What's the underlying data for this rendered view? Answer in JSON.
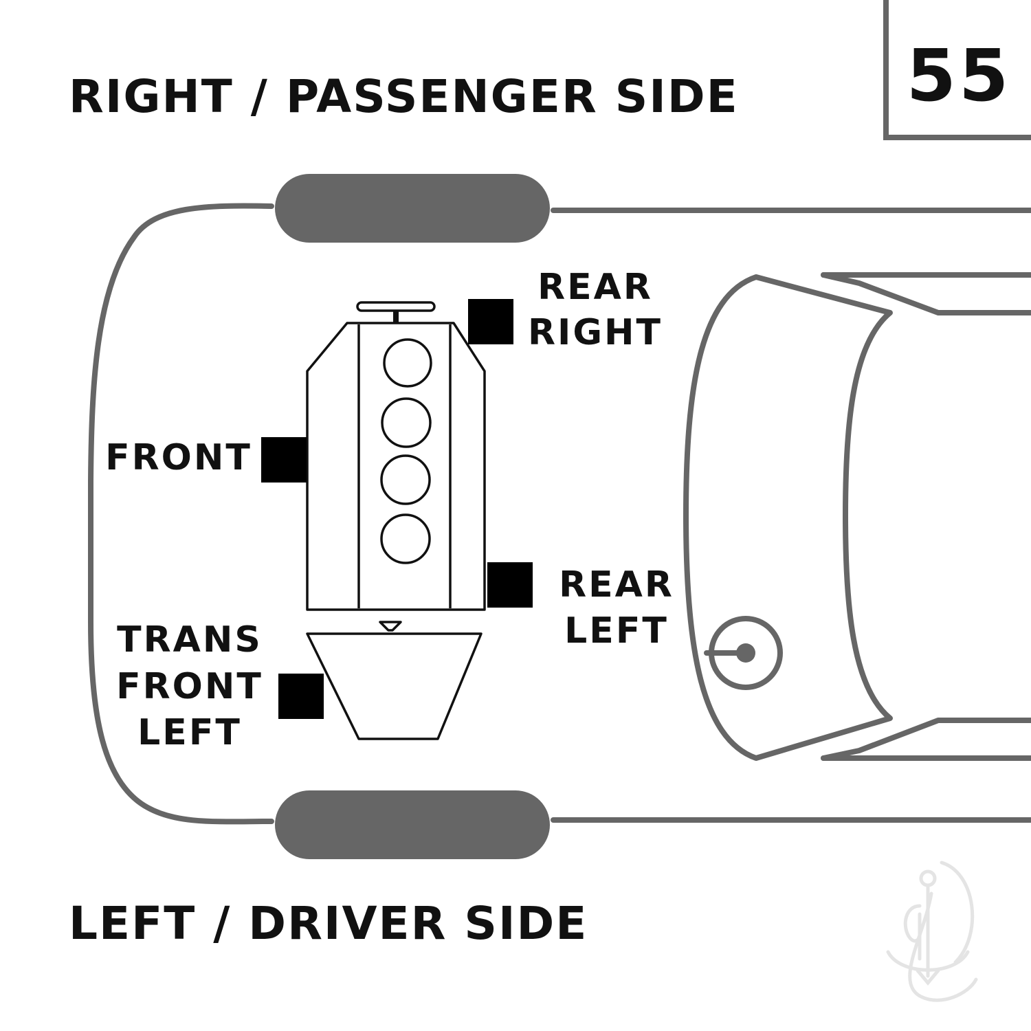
{
  "diagram_number": "55",
  "labels": {
    "right_side": "RIGHT / PASSENGER SIDE",
    "left_side": "LEFT / DRIVER SIDE",
    "rear_right": [
      "REAR",
      "RIGHT"
    ],
    "rear_left": [
      "REAR",
      "LEFT"
    ],
    "front": "FRONT",
    "trans_front_left": [
      "TRANS",
      "FRONT",
      "LEFT"
    ]
  },
  "colors": {
    "body_outline": "#666666",
    "mount_marker": "#000000",
    "engine_line": "#111111",
    "watermark": "#e4e4e4"
  },
  "icons": {
    "watermark": "anchor-logo-icon"
  }
}
